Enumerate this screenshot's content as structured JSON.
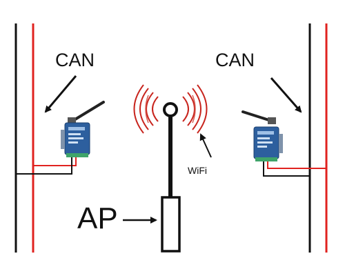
{
  "labels": {
    "can_left": "CAN",
    "can_right": "CAN",
    "ap": "AP",
    "wifi": "WiFi"
  },
  "colors": {
    "bus_black": "#111111",
    "bus_red": "#e0221f",
    "device_blue": "#2d5f9e",
    "signal_red": "#c8251e"
  },
  "icons": [
    "wifi-signal-waves",
    "antenna",
    "can-wifi-converter",
    "access-point"
  ]
}
